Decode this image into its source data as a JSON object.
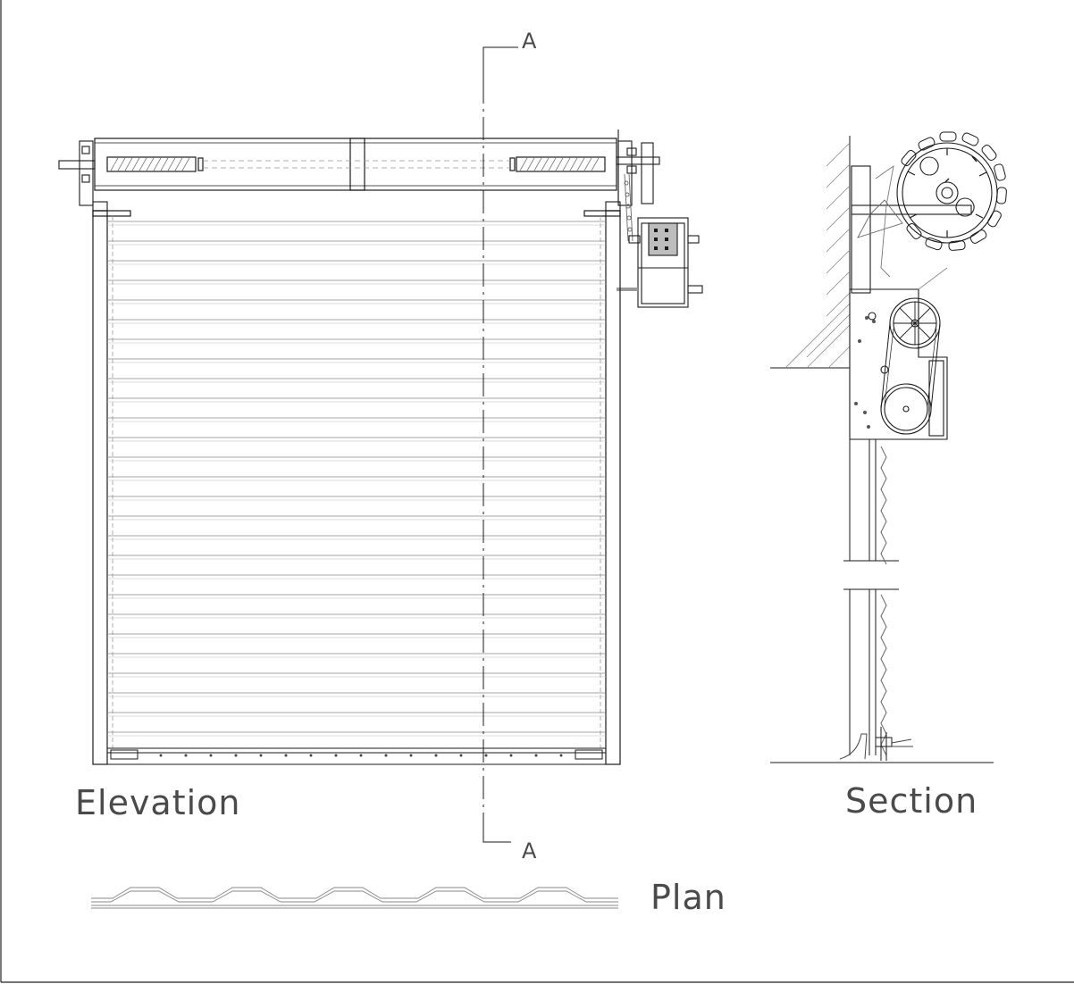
{
  "labels": {
    "elevation": "Elevation",
    "section": "Section",
    "plan": "Plan",
    "cut_top": "A",
    "cut_bottom": "A"
  },
  "colors": {
    "line": "#1a1a1a",
    "thin": "#555555",
    "hatch": "#777777",
    "text": "#4a4a4a",
    "motor_plate": "#bdbdbd"
  }
}
